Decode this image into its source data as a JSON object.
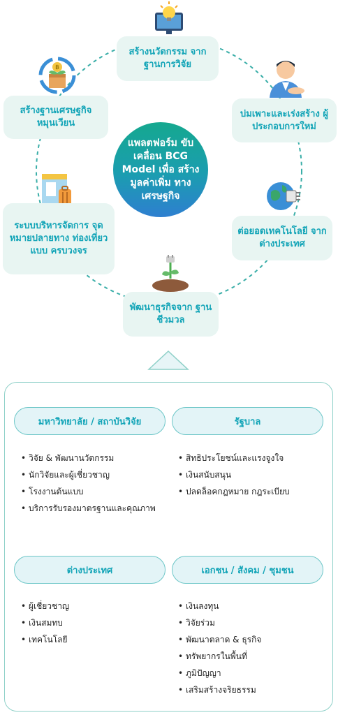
{
  "center": {
    "text": "แพลตฟอร์ม ขับเคลื่อน BCG Model เพื่อ สร้างมูลค่าเพิ่ม ทางเศรษฐกิจ"
  },
  "ring_nodes": [
    {
      "id": "innovation",
      "label": "สร้างนวัตกรรม จากฐานการวิจัย",
      "icon": "lightbulb-monitor-icon"
    },
    {
      "id": "entrepreneur",
      "label": "บ่มเพาะและเร่งสร้าง ผู้ประกอบการใหม่",
      "icon": "businessman-icon"
    },
    {
      "id": "technology",
      "label": "ต่อยอดเทคโนโลยี จากต่างประเทศ",
      "icon": "globe-chip-icon"
    },
    {
      "id": "bio",
      "label": "พัฒนาธุรกิจจาก ฐานชีวมวล",
      "icon": "plant-plug-icon"
    },
    {
      "id": "tourism",
      "label": "ระบบบริหารจัดการ จุดหมายปลายทาง ท่องเที่ยวแบบ ครบวงจร",
      "icon": "shop-luggage-icon"
    },
    {
      "id": "circular",
      "label": "สร้างฐานเศรษฐกิจ หมุนเวียน",
      "icon": "recycle-box-icon"
    }
  ],
  "groups": [
    {
      "title": "มหาวิทยาลัย / สถาบันวิจัย",
      "items": [
        "วิจัย & พัฒนานวัตกรรม",
        "นักวิจัยและผู้เชี่ยวชาญ",
        "โรงงานต้นแบบ",
        "บริการรับรองมาตรฐานและคุณภาพ"
      ]
    },
    {
      "title": "รัฐบาล",
      "items": [
        "สิทธิประโยชน์และแรงจูงใจ",
        "เงินสนับสนุน",
        "ปลดล็อคกฎหมาย กฎระเบียบ"
      ]
    },
    {
      "title": "ต่างประเทศ",
      "items": [
        "ผู้เชี่ยวชาญ",
        "เงินสมทบ",
        "เทคโนโลยี"
      ]
    },
    {
      "title": "เอกชน / สังคม / ชุมชน",
      "items": [
        "เงินลงทุน",
        "วิจัยร่วม",
        "พัฒนาตลาด & ธุรกิจ",
        "ทรัพยากรในพื้นที่",
        "ภูมิปัญญา",
        "เสริมสร้างจริยธรรม"
      ]
    }
  ],
  "colors": {
    "accent": "#12a4b7",
    "node_bg": "#e8f5f2",
    "ring": "#3aaea8"
  }
}
